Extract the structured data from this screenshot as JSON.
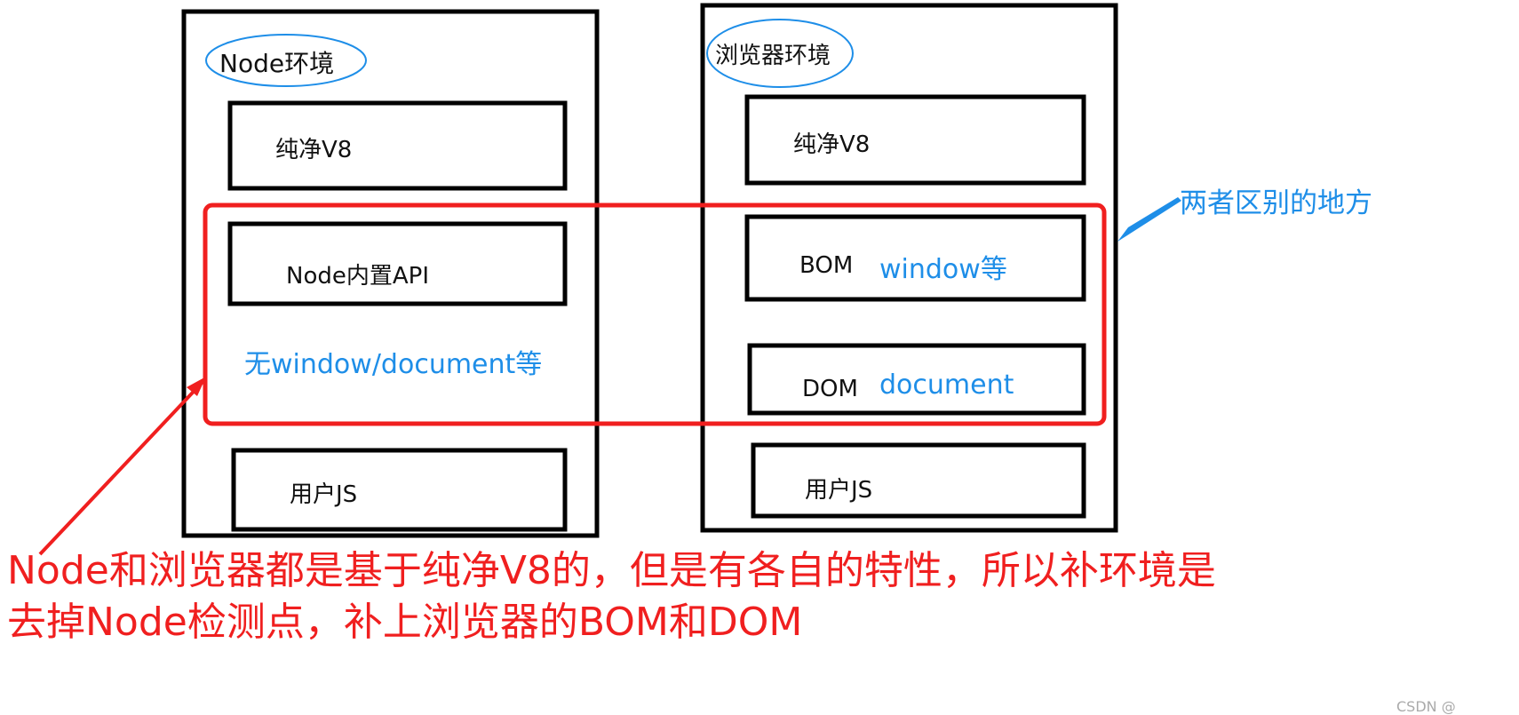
{
  "node_env": {
    "title": "Node环境",
    "v8": "纯净V8",
    "api": "Node内置API",
    "note": "无window/document等",
    "user_js": "用户JS"
  },
  "browser_env": {
    "title": "浏览器环境",
    "v8": "纯净V8",
    "bom": "BOM",
    "bom_note": "window等",
    "dom": "DOM",
    "dom_note": "document",
    "user_js": "用户JS"
  },
  "difference_label": "两者区别的地方",
  "summary_line1": "Node和浏览器都是基于纯净V8的，但是有各自的特性，所以补环境是",
  "summary_line2": "去掉Node检测点，补上浏览器的BOM和DOM",
  "watermark": "CSDN @",
  "colors": {
    "highlight": "#f01f1f",
    "annotation": "#1e8ee8",
    "box": "#000000"
  }
}
